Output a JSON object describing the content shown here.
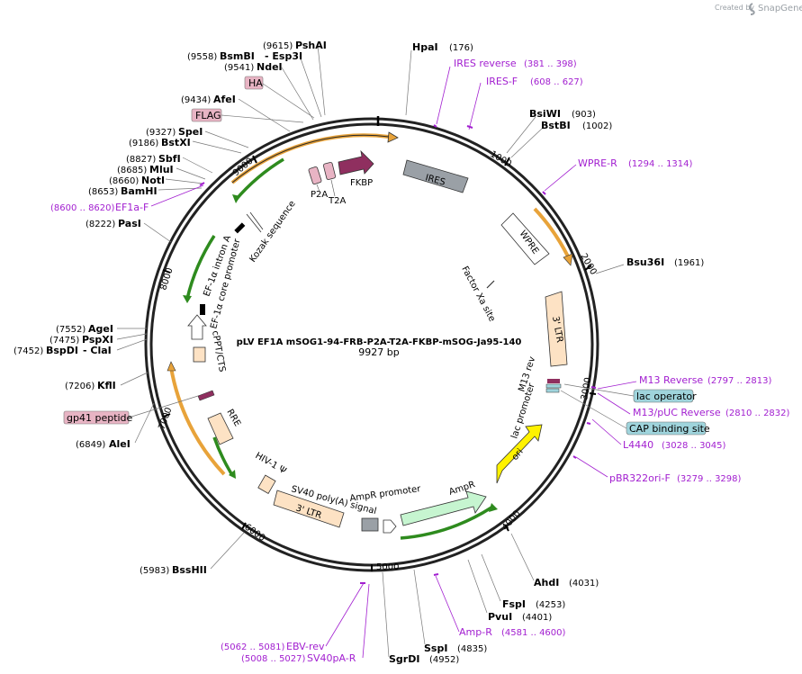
{
  "header": {
    "created_by": "Created by",
    "brand": "SnapGene"
  },
  "plasmid": {
    "name": "pLV EF1A mSOG1-94-FRB-P2A-T2A-FKBP-mSOG-Ja95-140",
    "length": "9927 bp"
  },
  "ticks": [
    "1000",
    "2000",
    "3000",
    "4000",
    "5000",
    "6000",
    "7000",
    "8000",
    "9000"
  ],
  "sites": [
    {
      "name": "HpaI",
      "pos": "(176)"
    },
    {
      "name": "BsiWI",
      "pos": "(903)"
    },
    {
      "name": "BstBI",
      "pos": "(1002)"
    },
    {
      "name": "Bsu36I",
      "pos": "(1961)"
    },
    {
      "name": "AhdI",
      "pos": "(4031)"
    },
    {
      "name": "FspI",
      "pos": "(4253)"
    },
    {
      "name": "PvuI",
      "pos": "(4401)"
    },
    {
      "name": "SspI",
      "pos": "(4835)"
    },
    {
      "name": "SgrDI",
      "pos": "(4952)"
    },
    {
      "name": "BssHII",
      "pos": "(5983)"
    },
    {
      "name": "AleI",
      "pos": "(6849)"
    },
    {
      "name": "KflI",
      "pos": "(7206)"
    },
    {
      "name": "AgeI",
      "pos": "(7552)"
    },
    {
      "name": "PspXI",
      "pos": "(7475)"
    },
    {
      "name": "BspDI",
      "pos": "(7452)"
    },
    {
      "name": "- ClaI",
      "pos": ""
    },
    {
      "name": "PasI",
      "pos": "(8222)"
    },
    {
      "name": "BamHI",
      "pos": "(8653)"
    },
    {
      "name": "NotI",
      "pos": "(8660)"
    },
    {
      "name": "MluI",
      "pos": "(8685)"
    },
    {
      "name": "SbfI",
      "pos": "(8827)"
    },
    {
      "name": "BstXI",
      "pos": "(9186)"
    },
    {
      "name": "SpeI",
      "pos": "(9327)"
    },
    {
      "name": "AfeI",
      "pos": "(9434)"
    },
    {
      "name": "NdeI",
      "pos": "(9541)"
    },
    {
      "name": "BsmBI",
      "pos": "(9558)"
    },
    {
      "name": "- Esp3I",
      "pos": ""
    },
    {
      "name": "PshAI",
      "pos": "(9615)"
    }
  ],
  "primers": [
    {
      "name": "IRES reverse",
      "pos": "(381 .. 398)"
    },
    {
      "name": "IRES-F",
      "pos": "(608 .. 627)"
    },
    {
      "name": "WPRE-R",
      "pos": "(1294 .. 1314)"
    },
    {
      "name": "M13 Reverse",
      "pos": "(2797 .. 2813)"
    },
    {
      "name": "M13/pUC Reverse",
      "pos": "(2810 .. 2832)"
    },
    {
      "name": "L4440",
      "pos": "(3028 .. 3045)"
    },
    {
      "name": "pBR322ori-F",
      "pos": "(3279 .. 3298)"
    },
    {
      "name": "Amp-R",
      "pos": "(4581 .. 4600)"
    },
    {
      "name": "EBV-rev",
      "pos": "(5062 .. 5081)"
    },
    {
      "name": "SV40pA-R",
      "pos": "(5008 .. 5027)"
    },
    {
      "name": "EF1a-F",
      "pos": "(8600 .. 8620)"
    }
  ],
  "boxed_labels": [
    "HA",
    "FLAG",
    "gp41 peptide",
    "lac operator",
    "CAP binding site"
  ],
  "features": [
    "IRES",
    "WPRE",
    "3' LTR",
    "Factor Xa site",
    "M13 rev",
    "lac promoter",
    "ori",
    "AmpR",
    "AmpR promoter",
    "SV40 poly(A) signal",
    "3' LTR",
    "HIV-1 Ψ",
    "RRE",
    "cPPT/CTS",
    "EF-1α core promoter",
    "EF-1α intron A",
    "Kozak sequence",
    "P2A",
    "T2A",
    "FKBP"
  ],
  "colors": {
    "backbone": "#222222",
    "primer": "#a21fd0",
    "feature_grey": "#9aa0a6",
    "ltr": "#fde2c4",
    "ampr": "#c6f5d0",
    "ori": "#fff200",
    "fkbp": "#8f2f5f",
    "peptide": "#e8b4c4",
    "blue_box": "#9fd4dc",
    "arrow_green": "#2e8b1e",
    "arrow_orange": "#e8a33a"
  }
}
